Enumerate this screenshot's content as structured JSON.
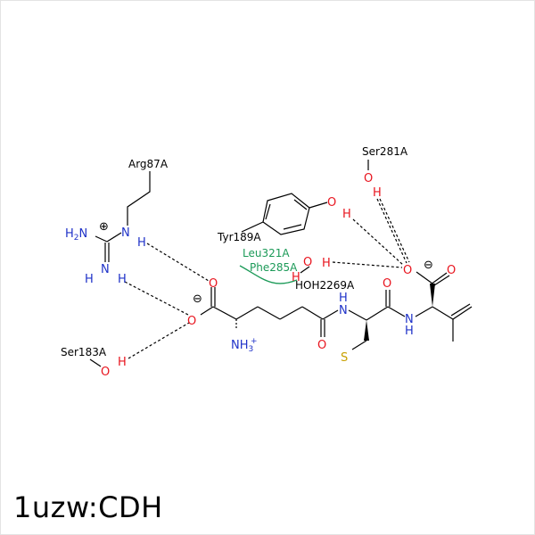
{
  "title": "1uzw:CDH",
  "colors": {
    "carbon": "#000000",
    "oxygen": "#e8141e",
    "nitrogen": "#1f32c8",
    "sulfur": "#c8a000",
    "hydrophobic": "#1c9a58"
  },
  "residues": {
    "arg87": "Arg87A",
    "ser281": "Ser281A",
    "tyr189": "Tyr189A",
    "leu321": "Leu321A",
    "phe285": "Phe285A",
    "hoh2269": "HOH2269A",
    "ser183": "Ser183A"
  },
  "atoms": {
    "oxygen": "O",
    "nitrogen": "N",
    "hydrogen": "H",
    "sulfur": "S",
    "amine_nh2": "H2N",
    "ammonium": "NH3",
    "ammonium_charge": "+",
    "positive_charge": "⊕",
    "negative_charge": "⊖"
  }
}
